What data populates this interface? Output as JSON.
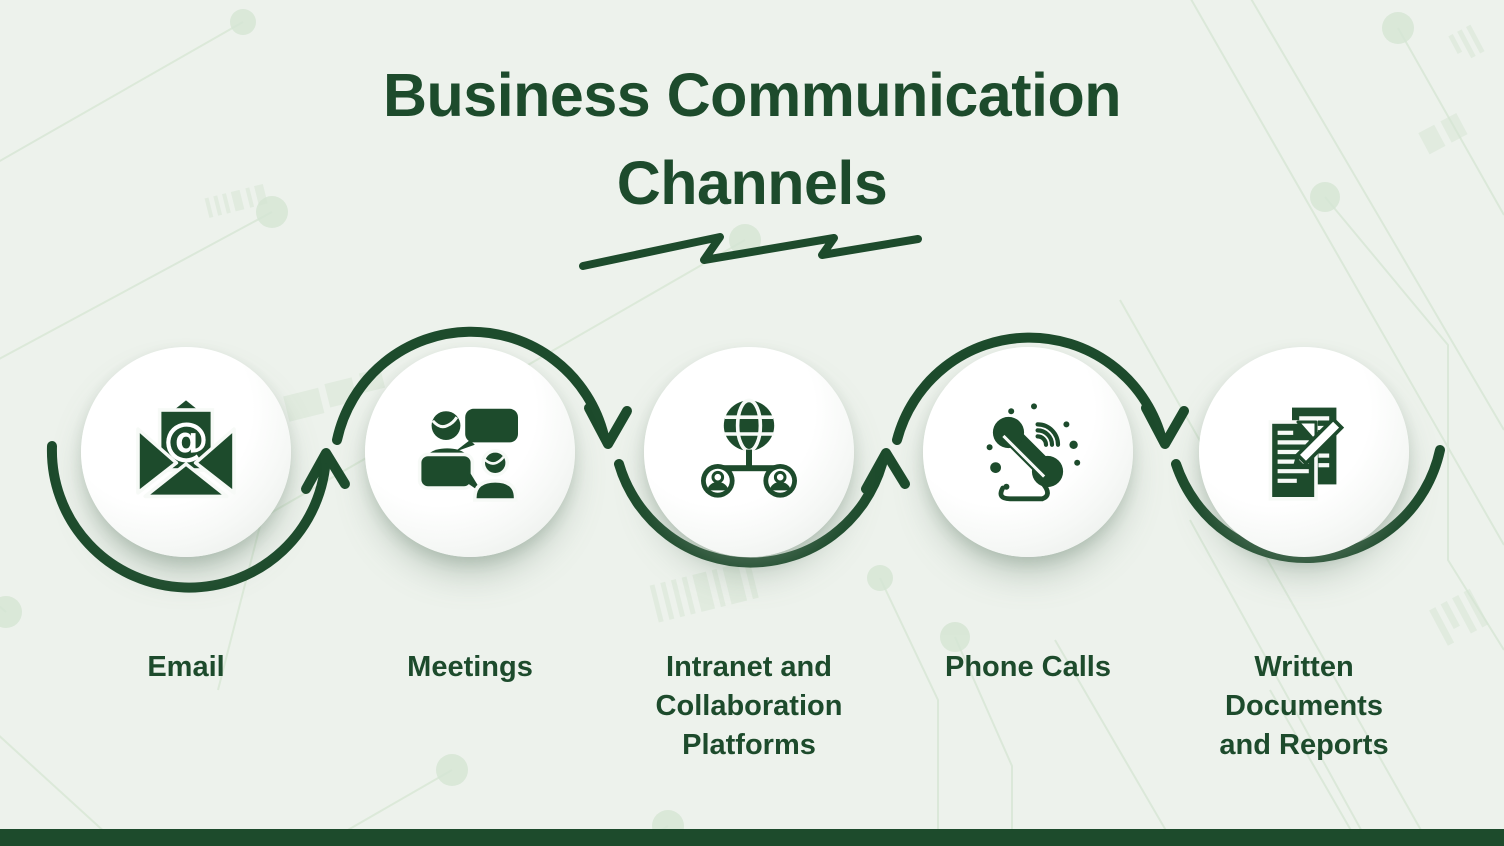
{
  "title": {
    "line1": "Business Communication",
    "line2": "Channels"
  },
  "decorations": {
    "underline": "zigzag-squiggle",
    "background": "circuit-board-pattern",
    "flow": "alternating semicircular arrows linking the five channel circles"
  },
  "channels": [
    {
      "label": "Email",
      "icon": "email-envelope-icon"
    },
    {
      "label": "Meetings",
      "icon": "people-chat-icon"
    },
    {
      "label": "Intranet and\nCollaboration\nPlatforms",
      "icon": "globe-network-icon"
    },
    {
      "label": "Phone Calls",
      "icon": "telephone-handset-icon"
    },
    {
      "label": "Written\nDocuments\nand Reports",
      "icon": "documents-pen-icon"
    }
  ],
  "colors": {
    "accent": "#1d4b2c",
    "background": "#edf2ec",
    "pattern": "#d5e5d3",
    "circle_fill": "#ffffff",
    "footer_bar": "#1d4b2c"
  }
}
